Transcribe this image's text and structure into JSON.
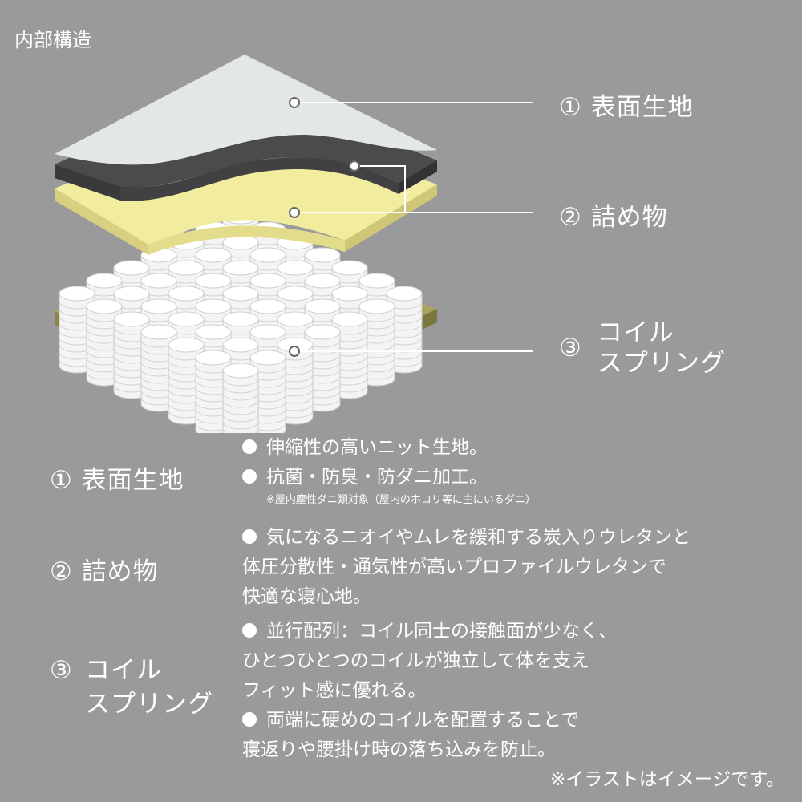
{
  "title": "内部構造",
  "diagram_labels": [
    {
      "num": "①",
      "lines": [
        "表面生地"
      ]
    },
    {
      "num": "②",
      "lines": [
        "詰め物"
      ]
    },
    {
      "num": "③",
      "lines": [
        "コイル",
        "スプリング"
      ]
    }
  ],
  "sections": [
    {
      "num": "①",
      "lines": [
        "表面生地"
      ],
      "bullets": [
        [
          "伸縮性の高いニット生地。"
        ],
        [
          "抗菌・防臭・防ダニ加工。"
        ]
      ],
      "note": "※屋内塵性ダニ類対象（屋内のホコリ等に主にいるダニ）"
    },
    {
      "num": "②",
      "lines": [
        "詰め物"
      ],
      "bullets": [
        [
          "気になるニオイやムレを緩和する炭入りウレタンと",
          "体圧分散性・通気性が高いプロファイルウレタンで",
          "快適な寝心地。"
        ]
      ]
    },
    {
      "num": "③",
      "lines": [
        "コイル",
        "スプリング"
      ],
      "bullets": [
        [
          "並行配列：コイル同士の接触面が少なく、",
          "ひとつひとつのコイルが独立して体を支え",
          "フィット感に優れる。"
        ],
        [
          "両端に硬めのコイルを配置することで",
          "寝返りや腰掛け時の落ち込みを防止。"
        ]
      ]
    }
  ],
  "footer_note": "※イラストはイメージです。",
  "colors": {
    "background": "#9a9a9c",
    "top_fabric": "#e6e9ea",
    "dark_layer": "#4a494b",
    "yellow_layer": "#f0ea9a",
    "base": "#9f9a58"
  }
}
